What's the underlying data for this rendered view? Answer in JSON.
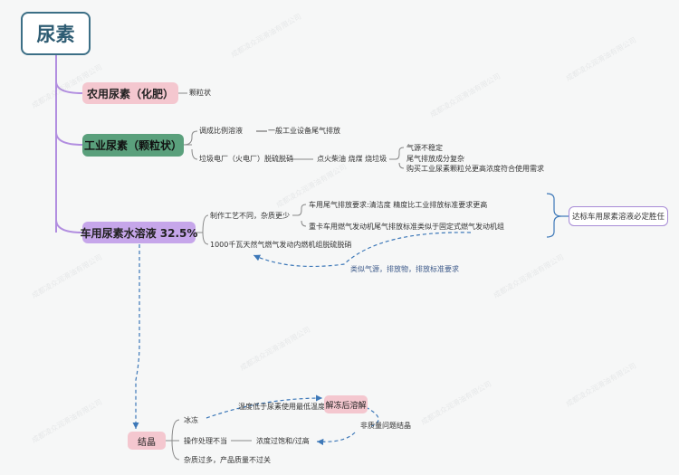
{
  "root": {
    "title": "尿素"
  },
  "branches": [
    {
      "label": "农用尿素（化肥）",
      "color": "#f4c7cf",
      "note": "颗粒状"
    },
    {
      "label": "工业尿素（颗粒状）",
      "color": "#5aa07c",
      "items": [
        {
          "text": "调成比例溶液",
          "detail": "一般工业设备尾气排放"
        },
        {
          "text": "垃圾电厂（火电厂）脱硫脱硝",
          "detail": "点火柴油 烧煤 烧垃圾",
          "sub": [
            "气源不稳定",
            "尾气排放成分复杂",
            "购买工业尿素颗粒兑更高浓度符合使用需求"
          ]
        }
      ]
    },
    {
      "label": "车用尿素水溶液 32.5%",
      "color": "#c6a6ea",
      "items": [
        {
          "text": "制作工艺不同，杂质更少",
          "sub": [
            "车用尾气排放要求:清洁度 精度比工业排放标准要求更高",
            "重卡车用燃气发动机尾气排放标准类似于固定式燃气发动机组"
          ]
        },
        {
          "text": "1000千瓦天然气燃气发动内燃机组脱硫脱硝"
        }
      ],
      "annotation": "类似气源，排放物，排放标准要求",
      "conclusion": "达标车用尿素溶液必定胜任"
    }
  ],
  "crystal": {
    "label": "结晶",
    "causes": [
      "冰冻",
      "操作处理不当",
      "杂质过多，产品质量不过关"
    ],
    "freeze_note": "温度低于尿素使用最低温度",
    "remedy": "解冻后溶解",
    "concentration": "浓度过饱和/过高",
    "non_quality": "非质量问题结晶"
  },
  "watermark": "成都凌众润滑油有限公司",
  "colors": {
    "accent": "#3c6f86",
    "curve": "#3d78b8",
    "line": "#b28ee0"
  }
}
